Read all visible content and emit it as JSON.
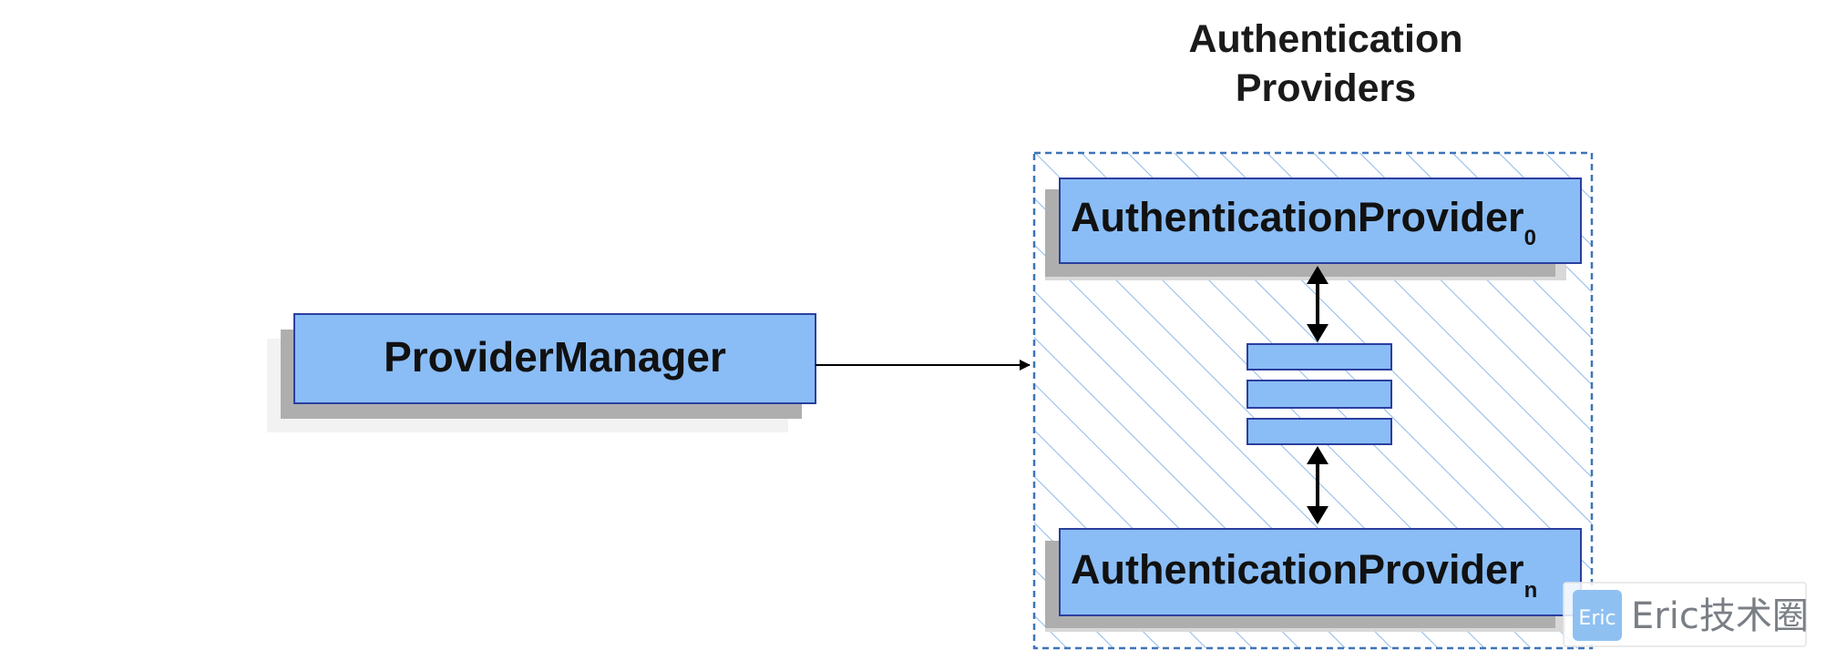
{
  "diagram": {
    "group": {
      "title_line1": "Authentication",
      "title_line2": "Providers"
    },
    "provider_manager": {
      "label": "ProviderManager"
    },
    "provider_first": {
      "label": "AuthenticationProvider",
      "subscript": "0"
    },
    "provider_last": {
      "label": "AuthenticationProvider",
      "subscript": "n"
    }
  },
  "watermark": {
    "badge": "Eric",
    "text": "Eric技术圈"
  },
  "colors": {
    "box_fill": "#8ABDF6",
    "box_stroke": "#2B3F9E",
    "shadow": "#AEAEAE",
    "group_border": "#3E74B8",
    "hatch": "#8FB8E8",
    "arrow": "#000000"
  }
}
